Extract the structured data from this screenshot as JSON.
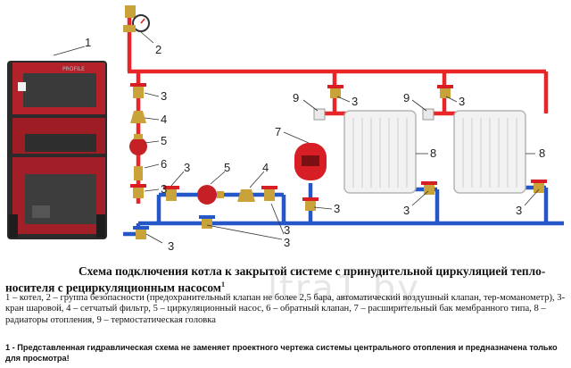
{
  "labels": [
    "1",
    "2",
    "3",
    "3",
    "4",
    "5",
    "6",
    "3",
    "5",
    "4",
    "3",
    "3",
    "3",
    "7",
    "3",
    "9",
    "3",
    "8",
    "3",
    "9",
    "3",
    "8",
    "3"
  ],
  "boiler_brand": "PROFILE",
  "title_line": "Схема подключения котла к закрытой системе с принудительной циркуляцией тепло-носителя с рециркуляционным насосом",
  "title_footnote": "1",
  "legend": "1 – котел, 2 – группа безопасности (предохранительный клапан не более 2,5 бара, автоматический воздушный клапан, тер-моманометр), 3- кран шаровой, 4 – сетчатый фильтр, 5 – циркуляционный насос, 6 – обратный клапан, 7 – расширительный бак мембранного типа, 8 – радиаторы отопления, 9 – термостатическая головка",
  "note": "1 - Представленная гидравлическая схема не заменяет проектного чертежа системы центрального отопления и предназначена только для просмотра!",
  "watermark": "ltra1.by",
  "colors": {
    "supply_pipe": "#e8262a",
    "return_pipe": "#2557c8",
    "boiler_body": "#b3222a",
    "boiler_dark": "#2b2b2b",
    "radiator": "#f2f2f2",
    "valve_handle": "#d81e25",
    "brass": "#c9a23a"
  }
}
